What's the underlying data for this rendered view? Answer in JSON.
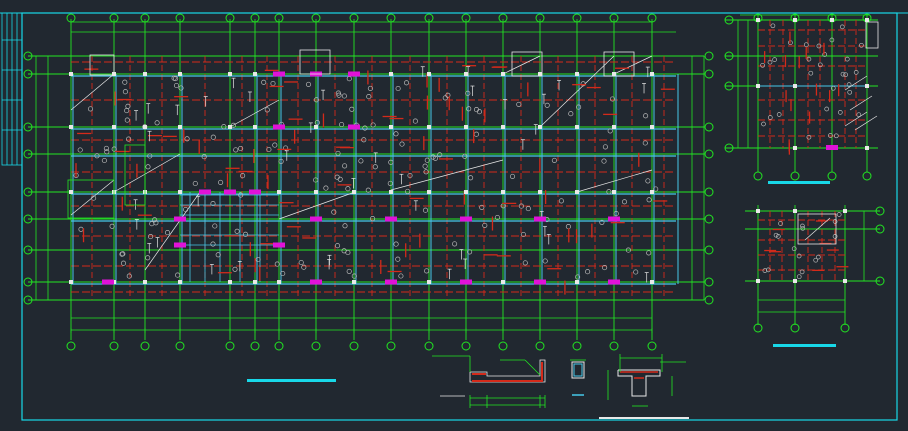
{
  "colors": {
    "background": "#212830",
    "frame": "#18d8e8",
    "grid_green": "#22e622",
    "beam_red": "#d42a1a",
    "beam_cyan": "#46c8e8",
    "column_magenta": "#e012d8",
    "text_white": "#e8e8e8",
    "title_bar": "#18d8e8",
    "caption_red": "#ff2020"
  },
  "icons": {
    "axis_bubble": "circle-icon",
    "column": "square-icon",
    "pile": "small-circle-icon"
  },
  "main_plan": {
    "axis_count_top": 17,
    "axis_count_side": 9,
    "bay_rows": 6,
    "bay_columns": 16
  },
  "detail_plans": {
    "upper_right": {
      "axis_count_top": 4,
      "axis_count_side": 4
    },
    "lower_right": {
      "axis_count_top": 3,
      "axis_count_side": 3
    }
  },
  "section_caption": "",
  "title_blocks": [
    {
      "id": "main-plan-title",
      "text": ""
    },
    {
      "id": "upper-detail-title",
      "text": ""
    },
    {
      "id": "lower-detail-title",
      "text": ""
    },
    {
      "id": "section-title",
      "text": ""
    }
  ]
}
